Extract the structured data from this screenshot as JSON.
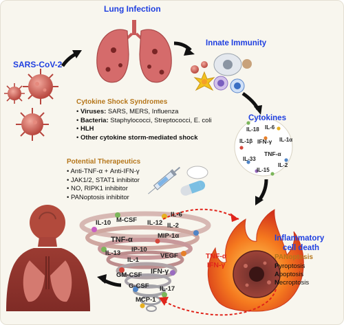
{
  "titles": {
    "lung_infection": "Lung Infection",
    "innate_immunity": "Innate Immunity",
    "sars": "SARS-CoV-2",
    "cytokines": "Cytokines",
    "inflammatory_1": "Inflammatory",
    "inflammatory_2": "cell death"
  },
  "css_box": {
    "heading": "Cytokine Shock Syndromes",
    "items": [
      {
        "bold": "Viruses:",
        "text": " SARS, MERS, Influenza"
      },
      {
        "bold": "Bacteria:",
        "text": " Staphylococci, Streptococci, E. coli"
      },
      {
        "bold": "HLH",
        "text": ""
      },
      {
        "bold": "Other cytokine storm-mediated shock",
        "text": ""
      }
    ]
  },
  "therapeutics": {
    "heading": "Potential Therapeutics",
    "items": [
      "Anti-TNF-α + Anti-IFN-γ",
      "JAK1/2, STAT1 inhibitor",
      "NO, RIPK1 inhibitor",
      "PANoptosis inhibitor"
    ]
  },
  "cytokine_cluster": {
    "labels": [
      "IL-18",
      "IL-6",
      "IL-1α",
      "IL-1β",
      "IFN-γ",
      "TNF-α",
      "IL-33",
      "IL-2",
      "IL-15"
    ]
  },
  "storm_labels": {
    "il10": "IL-10",
    "mcsf": "M-CSF",
    "il12": "IL-12",
    "il6": "IL-6",
    "il2": "IL-2",
    "mip": "MIP-1α",
    "tnf": "TNF-α",
    "il13": "IL-13",
    "ip10": "IP-10",
    "il1": "IL-1",
    "vegf": "VEGF",
    "gmcsf": "GM-CSF",
    "ifn": "IFN-γ",
    "gcsf": "G-CSF",
    "il17": "IL-17",
    "mcp1": "MCP-1"
  },
  "side_labels": {
    "tnf": "TNF-α",
    "ifn": "IFN-γ"
  },
  "panoptosis": {
    "heading": "PANoptosis",
    "items": [
      {
        "cap": "P",
        "rest": "yroptosis"
      },
      {
        "cap": "A",
        "rest": "poptosis"
      },
      {
        "cap": "N",
        "rest": "ecroptosis"
      }
    ]
  },
  "colors": {
    "title_blue": "#1f3fe0",
    "heading_gold": "#b5761a",
    "accent_red": "#e0241b",
    "lung": "#d56b6b",
    "virus": "#c9574f"
  }
}
